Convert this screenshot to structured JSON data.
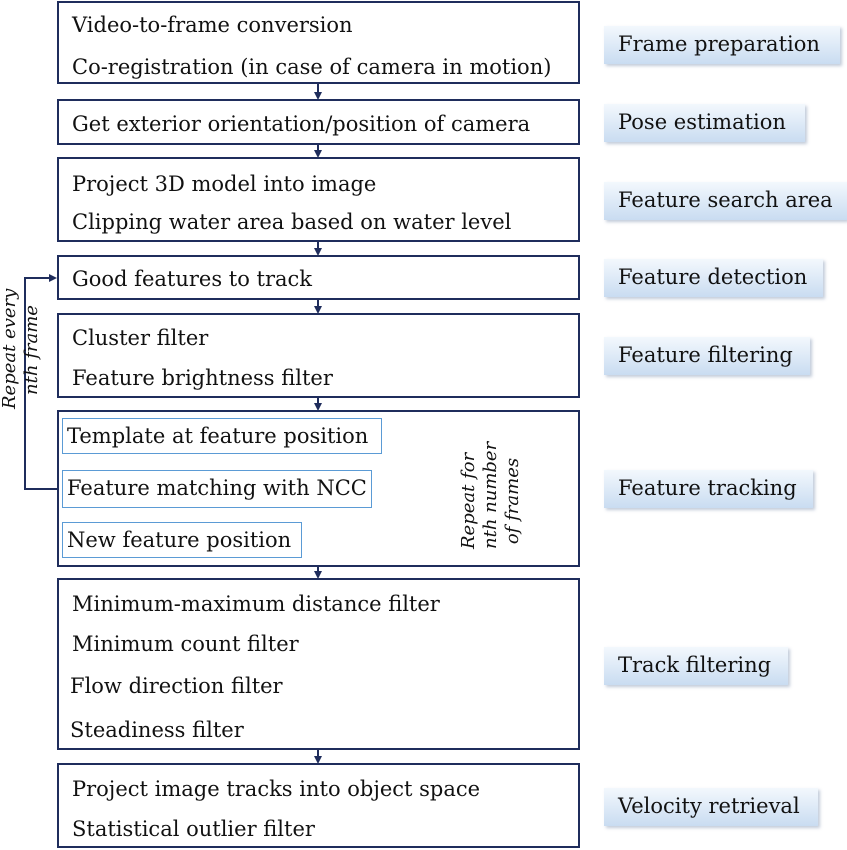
{
  "steps": [
    {
      "lines": [
        "Video-to-frame conversion",
        "Co-registration (in case of camera in motion)"
      ],
      "label": "Frame preparation"
    },
    {
      "lines": [
        "Get exterior orientation/position of camera"
      ],
      "label": "Pose estimation"
    },
    {
      "lines": [
        "Project 3D model into image",
        "Clipping water area based on water level"
      ],
      "label": "Feature search area"
    },
    {
      "lines": [
        "Good features to track"
      ],
      "label": "Feature detection"
    },
    {
      "lines": [
        "Cluster filter",
        "Feature brightness filter"
      ],
      "label": "Feature filtering"
    },
    {
      "lines": [],
      "label": "Feature tracking"
    },
    {
      "lines": [
        "Minimum-maximum distance filter",
        "Minimum count filter",
        "Flow direction filter",
        "Steadiness filter"
      ],
      "label": "Track filtering"
    },
    {
      "lines": [
        "Project image tracks into object space",
        "Statistical outlier filter"
      ],
      "label": "Velocity retrieval"
    }
  ],
  "tracking": {
    "substeps": [
      "Template at feature position",
      "Feature matching with NCC",
      "New feature position"
    ],
    "loop_label": [
      "Repeat for",
      "nth number",
      "of frames"
    ]
  },
  "outer_loop_label": [
    "Repeat every",
    "nth frame"
  ],
  "colors": {
    "box_border": "#1f2d5c",
    "sub_border": "#5b9bd5",
    "label_fill": "#c9dcf1"
  }
}
